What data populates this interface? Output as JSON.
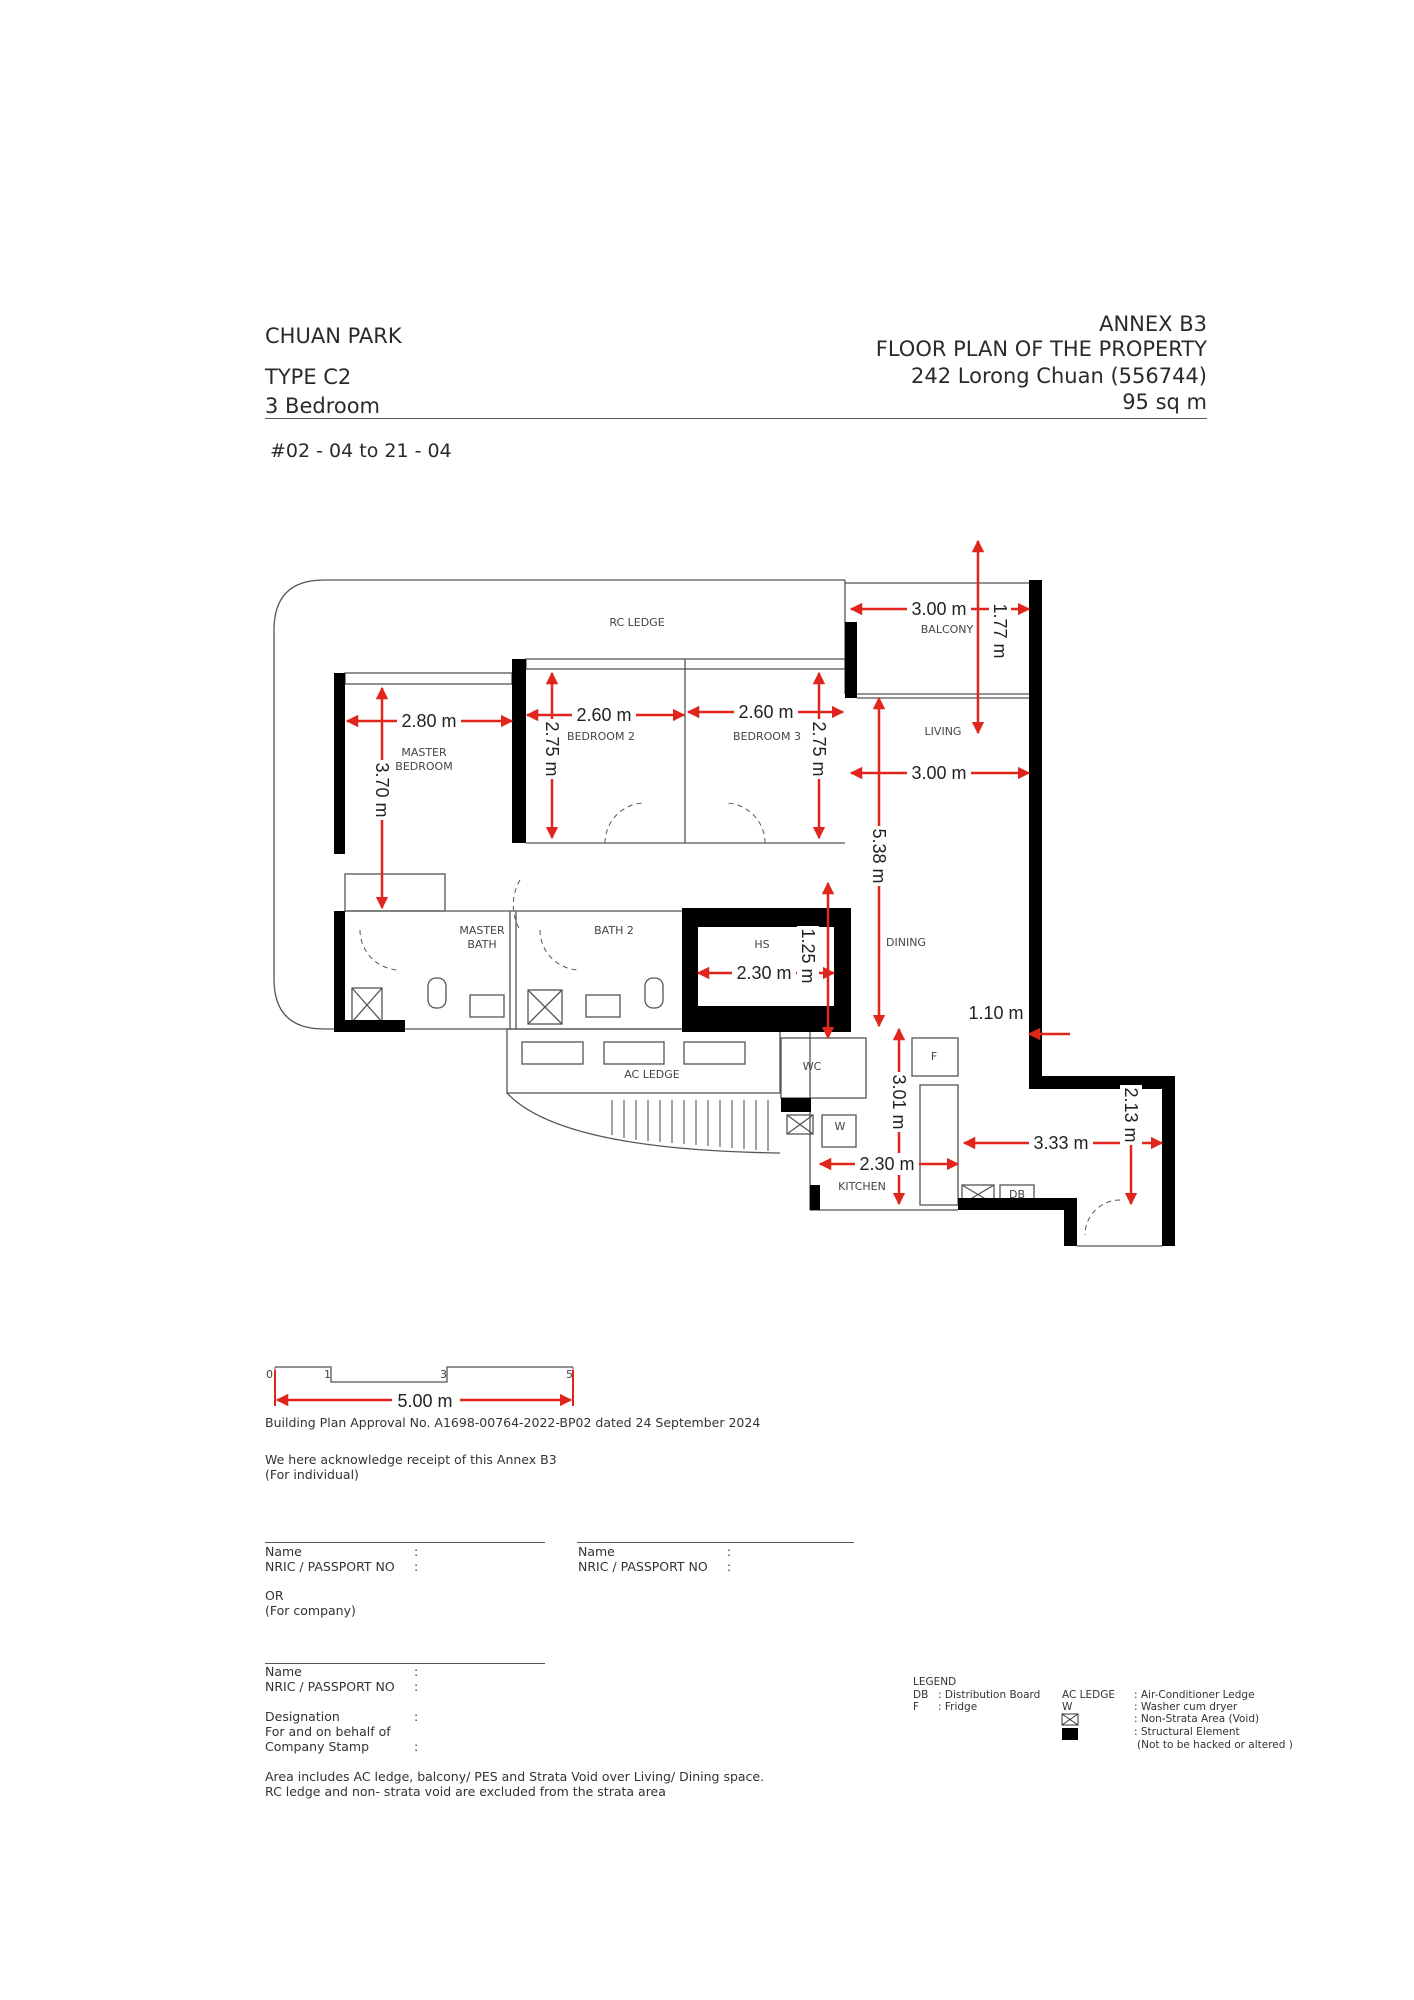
{
  "header": {
    "project": "CHUAN PARK",
    "type": "TYPE C2",
    "bedrooms": "3 Bedroom",
    "annex": "ANNEX B3",
    "doc_title": "FLOOR PLAN OF THE PROPERTY",
    "address": "242 Lorong Chuan (556744)",
    "area": "95 sq m",
    "units": "#02 - 04 to 21 - 04"
  },
  "plan": {
    "rooms": {
      "rc_ledge": "RC LEDGE",
      "balcony": "BALCONY",
      "living": "LIVING",
      "master_bedroom_1": "MASTER",
      "master_bedroom_2": "BEDROOM",
      "bedroom2": "BEDROOM 2",
      "bedroom3": "BEDROOM 3",
      "master_bath_1": "MASTER",
      "master_bath_2": "BATH",
      "bath2": "BATH 2",
      "hs": "HS",
      "dining": "DINING",
      "ac_ledge": "AC LEDGE",
      "kitchen": "KITCHEN",
      "wc": "WC",
      "fridge": "F",
      "washer": "W",
      "db": "DB"
    },
    "dimensions": [
      "2.80 m",
      "3.70 m",
      "2.60 m",
      "2.75 m",
      "2.60 m",
      "2.75 m",
      "2.30 m",
      "1.25 m",
      "3.00 m",
      "1.77 m",
      "3.00 m",
      "5.38 m",
      "1.10 m",
      "3.01 m",
      "2.30 m",
      "3.33 m",
      "2.13 m"
    ],
    "accent_color": "#e0261c"
  },
  "scale": {
    "ticks": [
      "0",
      "1",
      "3",
      "5"
    ],
    "length": "5.00 m"
  },
  "footer": {
    "approval": "Building Plan Approval No. A1698-00764-2022-BP02 dated 24 September 2024",
    "ack": "We here acknowledge receipt of this Annex B3",
    "for_individual": "(For individual)",
    "name": "Name",
    "nric": "NRIC / PASSPORT NO",
    "colon": ":",
    "or": "OR",
    "for_company": "(For company)",
    "designation": "Designation",
    "behalf": "For and on behalf of",
    "stamp": "Company Stamp",
    "note1": "Area includes AC ledge, balcony/ PES and Strata Void over Living/ Dining space.",
    "note2": "RC ledge and non- strata void are excluded from the strata area"
  },
  "legend": {
    "title": "LEGEND",
    "db_key": "DB",
    "db_desc": ": Distribution Board",
    "f_key": "F",
    "f_desc": ": Fridge",
    "ac_key": "AC LEDGE",
    "ac_desc": ": Air-Conditioner Ledge",
    "w_key": "W",
    "w_desc": ": Washer cum dryer",
    "void_desc": ": Non-Strata Area (Void)",
    "struct_desc": ": Structural Element",
    "struct_note": "(Not to be hacked or altered )"
  }
}
